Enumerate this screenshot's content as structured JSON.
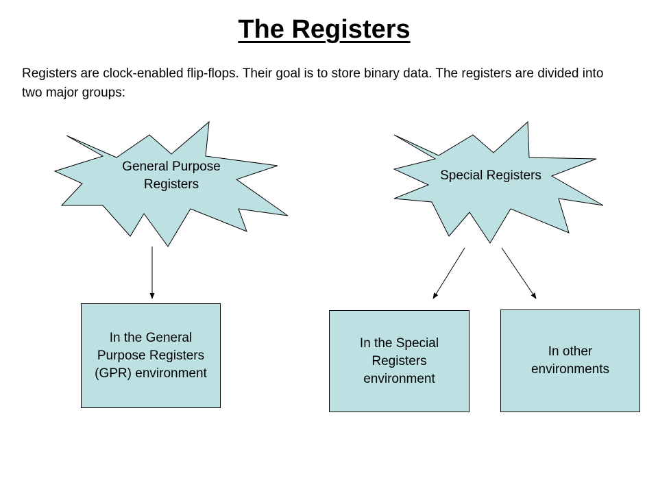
{
  "slide": {
    "title": "The Registers",
    "intro": "Registers are clock-enabled flip-flops. Their goal is to store binary data. The registers are divided into two major groups:"
  },
  "groups": [
    {
      "label": "General Purpose Registers",
      "children": [
        "In the General Purpose Registers (GPR) environment"
      ]
    },
    {
      "label": "Special Registers",
      "children": [
        "In the Special Registers environment",
        "In other environments"
      ]
    }
  ],
  "colors": {
    "fill": "#bde0e3",
    "stroke": "#000000",
    "text": "#000000"
  }
}
